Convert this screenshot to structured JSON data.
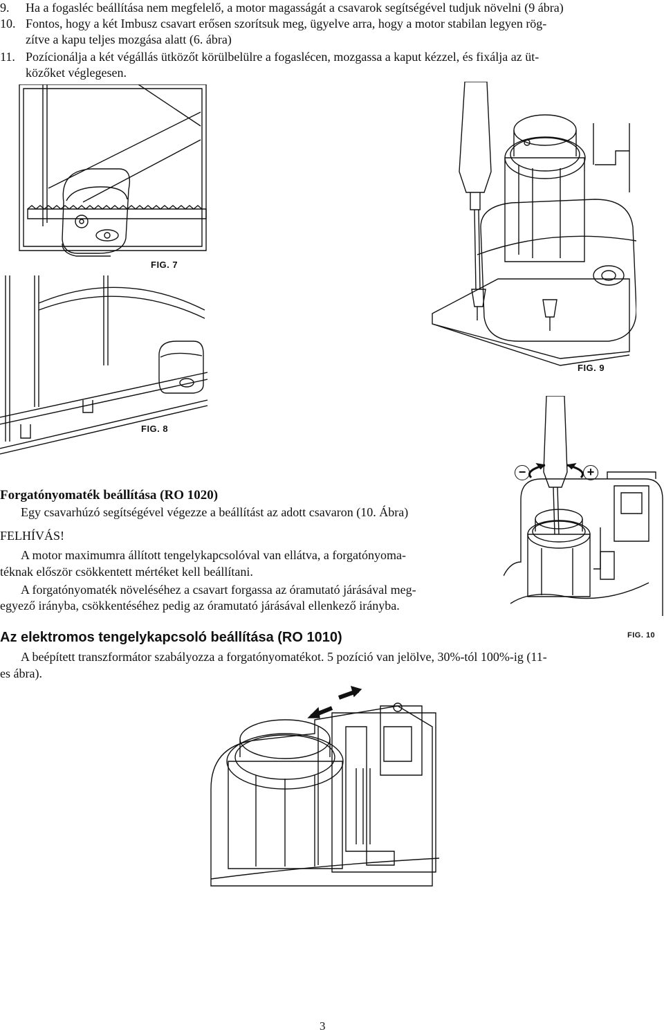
{
  "steps": [
    {
      "num": "9.",
      "text": "Ha a fogasléc beállítása nem megfelelő, a motor magasságát a csavarok segítségével tudjuk növelni (9 ábra)"
    },
    {
      "num": "10.",
      "line1": "Fontos, hogy a két Imbusz csavart erősen szorítsuk meg, ügyelve arra, hogy a motor stabilan legyen rög-",
      "line2": "zítve a kapu teljes mozgása alatt (6. ábra)"
    },
    {
      "num": "11.",
      "line1": "Pozícionálja a két végállás ütközőt körülbelülre a fogaslécen, mozgassa a kaput kézzel, és fixálja az üt-",
      "line2": "közőket véglegesen."
    }
  ],
  "figures": {
    "fig7": "FIG. 7",
    "fig8": "FIG. 8",
    "fig9": "FIG. 9",
    "fig10": "FIG. 10"
  },
  "torque": {
    "heading": "Forgatónyomaték beállítása (RO 1020)",
    "instruction": "Egy csavarhúzó segítségével végezze a beállítást az adott csavaron (10. Ábra)",
    "warning": "FELHÍVÁS!",
    "p1_line1": "A motor maximumra állított tengelykapcsolóval van ellátva, a forgatónyoma-",
    "p1_line2": "téknak először csökkentett mértéket kell beállítani.",
    "p2_line1": "A forgatónyomaték növeléséhez a csavart forgassa az óramutató járásával meg-",
    "p2_line2": "egyező irányba, csökkentéséhez pedig az óramutató járásával ellenkező irányba.",
    "minus_symbol": "−",
    "plus_symbol": "+"
  },
  "clutch": {
    "heading": "Az elektromos tengelykapcsoló beállítása (RO 1010)",
    "p1_line1": "A beépített transzformátor szabályozza a forgatónyomatékot. 5 pozíció van jelölve, 30%-tól 100%-ig (11-",
    "p1_line2": "es ábra)."
  },
  "page_number": "3"
}
